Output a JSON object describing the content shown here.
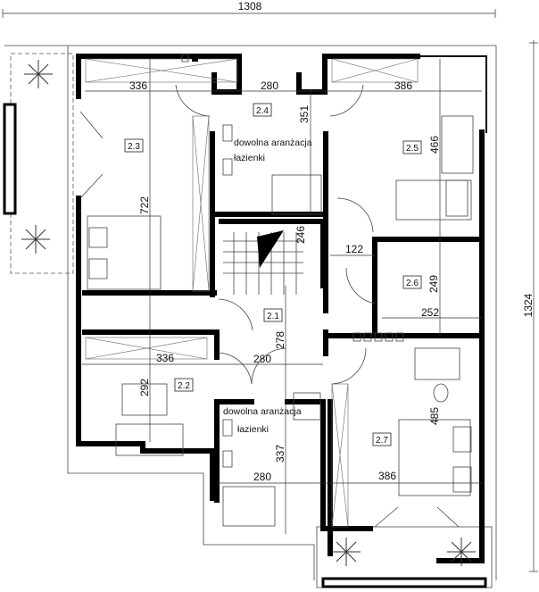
{
  "plan": {
    "overall_width": "1308",
    "overall_height": "1324",
    "rooms": {
      "r21": "2.1",
      "r22": "2.2",
      "r23": "2.3",
      "r24": "2.4",
      "r25": "2.5",
      "r26": "2.6",
      "r27": "2.7"
    },
    "dims": {
      "top_left": "336",
      "top_mid": "280",
      "top_right": "386",
      "r23_h": "722",
      "r24_h": "351",
      "r25_h": "466",
      "stair": "246",
      "hall_w": "122",
      "r26_h": "249",
      "r26_w": "252",
      "hall_h": "278",
      "mid_left": "336",
      "mid_mid": "280",
      "r22_h": "292",
      "bath_h": "337",
      "bath_w": "280",
      "r27_w": "386",
      "r27_h": "485"
    },
    "notes": {
      "bath_top_1": "dowolna aranżacja",
      "bath_top_2": "łazienki",
      "bath_bot_1": "dowolna aranżacja",
      "bath_bot_2": "łazienki"
    }
  }
}
